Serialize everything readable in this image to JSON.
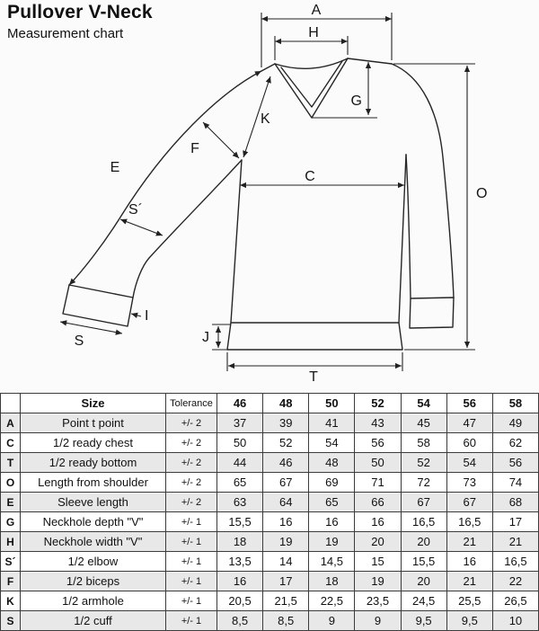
{
  "header": {
    "title": "Pullover V-Neck",
    "subtitle": "Measurement chart"
  },
  "diagram": {
    "labels": {
      "A": "A",
      "H": "H",
      "G": "G",
      "K": "K",
      "F": "F",
      "E": "E",
      "S_prime": "S´",
      "S": "S",
      "I": "I",
      "C": "C",
      "O": "O",
      "J": "J",
      "T": "T"
    }
  },
  "table": {
    "header": [
      "",
      "Size",
      "Tolerance",
      "46",
      "48",
      "50",
      "52",
      "54",
      "56",
      "58"
    ],
    "rows": [
      {
        "key": "A",
        "name": "Point t point",
        "tolerance": "+/- 2",
        "values": [
          "37",
          "39",
          "41",
          "43",
          "45",
          "47",
          "49"
        ]
      },
      {
        "key": "C",
        "name": "1/2 ready chest",
        "tolerance": "+/- 2",
        "values": [
          "50",
          "52",
          "54",
          "56",
          "58",
          "60",
          "62"
        ]
      },
      {
        "key": "T",
        "name": "1/2 ready bottom",
        "tolerance": "+/- 2",
        "values": [
          "44",
          "46",
          "48",
          "50",
          "52",
          "54",
          "56"
        ]
      },
      {
        "key": "O",
        "name": "Length from shoulder",
        "tolerance": "+/- 2",
        "values": [
          "65",
          "67",
          "69",
          "71",
          "72",
          "73",
          "74"
        ]
      },
      {
        "key": "E",
        "name": "Sleeve length",
        "tolerance": "+/- 2",
        "values": [
          "63",
          "64",
          "65",
          "66",
          "67",
          "67",
          "68"
        ]
      },
      {
        "key": "G",
        "name": "Neckhole depth \"V\"",
        "tolerance": "+/- 1",
        "values": [
          "15,5",
          "16",
          "16",
          "16",
          "16,5",
          "16,5",
          "17"
        ]
      },
      {
        "key": "H",
        "name": "Neckhole width \"V\"",
        "tolerance": "+/- 1",
        "values": [
          "18",
          "19",
          "19",
          "20",
          "20",
          "21",
          "21"
        ]
      },
      {
        "key": "S´",
        "name": "1/2 elbow",
        "tolerance": "+/- 1",
        "values": [
          "13,5",
          "14",
          "14,5",
          "15",
          "15,5",
          "16",
          "16,5"
        ]
      },
      {
        "key": "F",
        "name": "1/2 biceps",
        "tolerance": "+/- 1",
        "values": [
          "16",
          "17",
          "18",
          "19",
          "20",
          "21",
          "22"
        ]
      },
      {
        "key": "K",
        "name": "1/2 armhole",
        "tolerance": "+/- 1",
        "values": [
          "20,5",
          "21,5",
          "22,5",
          "23,5",
          "24,5",
          "25,5",
          "26,5"
        ]
      },
      {
        "key": "S",
        "name": "1/2 cuff",
        "tolerance": "+/- 1",
        "values": [
          "8,5",
          "8,5",
          "9",
          "9",
          "9,5",
          "9,5",
          "10"
        ]
      }
    ]
  }
}
